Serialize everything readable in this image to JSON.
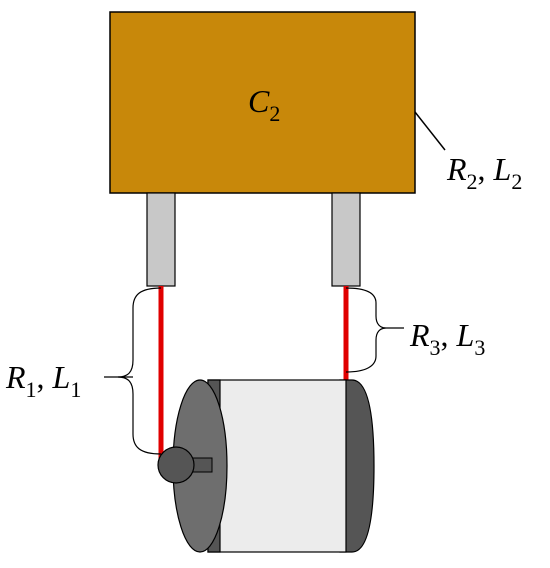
{
  "colors": {
    "box_fill": "#c8880a",
    "box_stroke": "#000000",
    "lead_gray": "#c8c8c8",
    "wire_red": "#e00000",
    "cylinder_body": "#ececec",
    "cylinder_dark": "#555555",
    "cylinder_mid": "#6e6e6e"
  },
  "labels": {
    "box": {
      "var": "C",
      "sub": "2"
    },
    "right_box": {
      "var1": "R",
      "sub1": "2",
      "sep": ", ",
      "var2": "L",
      "sub2": "2"
    },
    "left_wire": {
      "var1": "R",
      "sub1": "1",
      "sep": ", ",
      "var2": "L",
      "sub2": "1"
    },
    "right_wire": {
      "var1": "R",
      "sub1": "3",
      "sep": ", ",
      "var2": "L",
      "sub2": "3"
    }
  }
}
